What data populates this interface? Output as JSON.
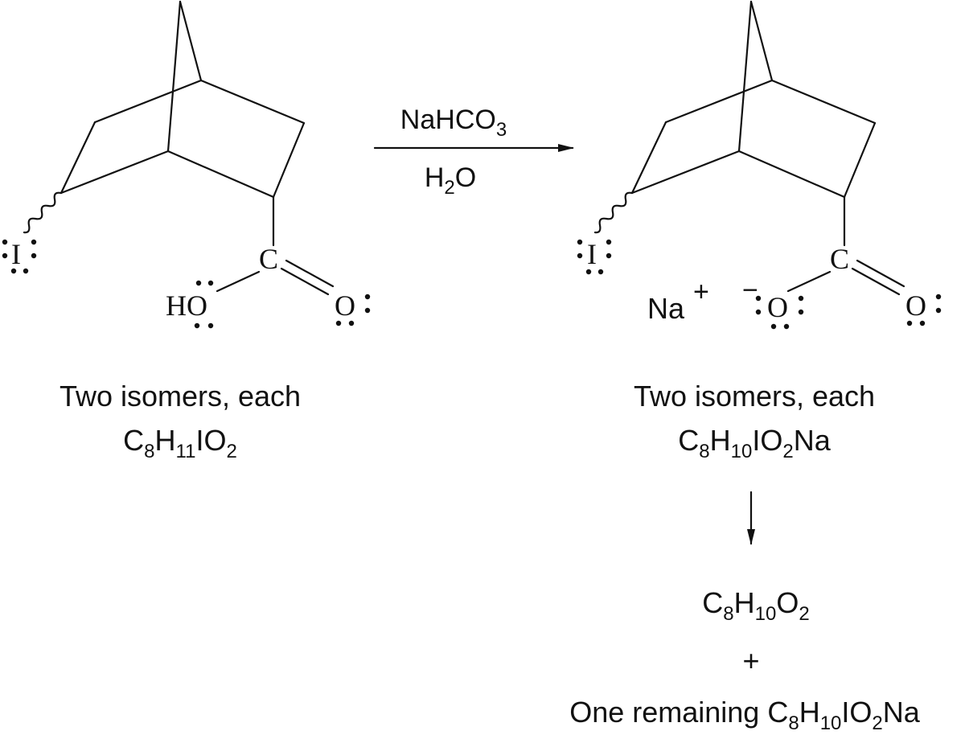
{
  "reaction": {
    "reagent_top": {
      "base": "NaHCO",
      "sub": "3"
    },
    "reagent_bottom": {
      "base1": "H",
      "sub": "2",
      "base2": "O"
    }
  },
  "reactant": {
    "iodine": "I",
    "carbon": "C",
    "hydroxyl": "HO",
    "oxygen": "O",
    "caption_line1": "Two isomers, each",
    "formula": {
      "c": "C",
      "c_n": "8",
      "h": "H",
      "h_n": "11",
      "io": "IO",
      "o_n": "2"
    }
  },
  "product": {
    "iodine": "I",
    "carbon": "C",
    "sodium": "Na",
    "sodium_charge": "+",
    "oxide_charge": "−",
    "oxide": "O",
    "oxygen": "O",
    "caption_line1": "Two isomers, each",
    "formula": {
      "c": "C",
      "c_n": "8",
      "h": "H",
      "h_n": "10",
      "io": "IO",
      "o_n": "2",
      "na": "Na"
    }
  },
  "final": {
    "formula": {
      "c": "C",
      "c_n": "8",
      "h": "H",
      "h_n": "10",
      "o": "O",
      "o_n": "2"
    },
    "plus": "+",
    "remaining": {
      "prefix": "One remaining ",
      "c": "C",
      "c_n": "8",
      "h": "H",
      "h_n": "10",
      "io": "IO",
      "o_n": "2",
      "na": "Na"
    }
  }
}
